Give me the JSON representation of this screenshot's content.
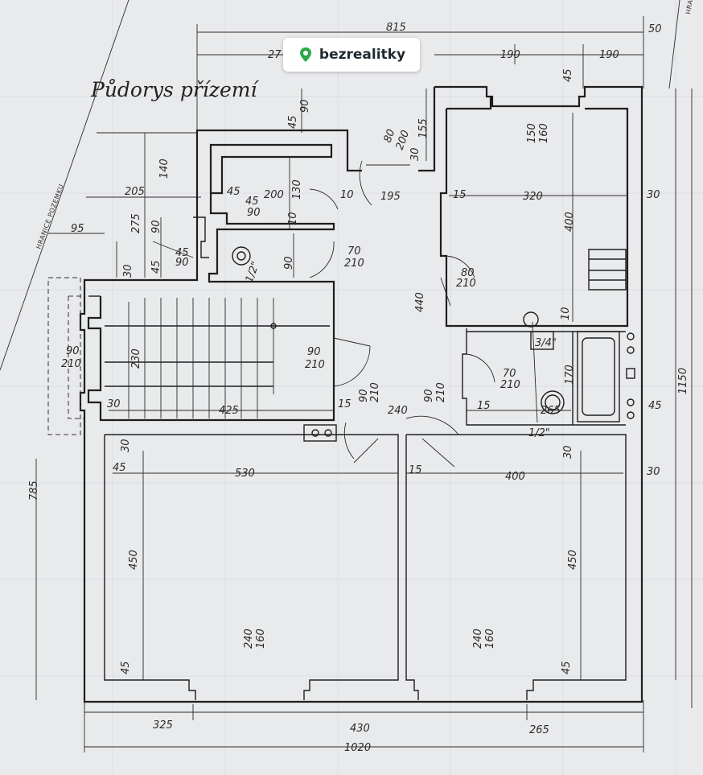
{
  "brand": {
    "name": "bezrealitky",
    "color": "#2ba84a"
  },
  "plan": {
    "title": "Půdorys přízemí",
    "boundary_label": "HRANICE POZEMKU",
    "dimensions": {
      "top_total": "815",
      "top_left": "27",
      "top_190a": "190",
      "top_190b": "190",
      "top_50": "50",
      "v45_top": "45",
      "v90_top": "90",
      "v45b": "45",
      "v155": "155",
      "v80": "80",
      "v200": "200",
      "v30a": "30",
      "v150": "150",
      "v160a": "160",
      "v140": "140",
      "v205": "205",
      "h45a": "45",
      "h45b": "45",
      "h90a": "90",
      "v200b": "200",
      "v130": "130",
      "h10a": "10",
      "h195": "195",
      "h15a": "15",
      "h320": "320",
      "h30r": "30",
      "v275": "275",
      "h95": "95",
      "v90b": "90",
      "v10a": "10",
      "v400": "400",
      "h45c": "45",
      "h90c": "90",
      "v90c": "90",
      "h70a": "70",
      "h210a": "210",
      "v30b": "30",
      "v45c": "45",
      "h80b": "80",
      "h210b": "210",
      "v440": "440",
      "v10b": "10",
      "fraction1": "1/2\"",
      "fraction2": "3/4\"",
      "fraction3": "1/2\"",
      "h90d": "90",
      "h210d": "210",
      "h90e": "90",
      "h210e": "210",
      "v230": "230",
      "h70c": "70",
      "h210c": "210",
      "v170": "170",
      "h30c": "30",
      "h425": "425",
      "h15b": "15",
      "v90f": "90",
      "v210f": "210",
      "h240": "240",
      "v90g": "90",
      "v210g": "210",
      "h15c": "15",
      "h265a": "265",
      "h45r": "45",
      "v1150": "1150",
      "v30c": "30",
      "h45d": "45",
      "h530": "530",
      "h15d": "15",
      "h400": "400",
      "v30d": "30",
      "h30d": "30",
      "v785": "785",
      "v450a": "450",
      "v450b": "450",
      "v240a": "240",
      "v160b": "160",
      "v240b": "240",
      "v160c": "160",
      "v45e": "45",
      "v45f": "45",
      "b325": "325",
      "b430": "430",
      "b265": "265",
      "b1020": "1020"
    }
  }
}
